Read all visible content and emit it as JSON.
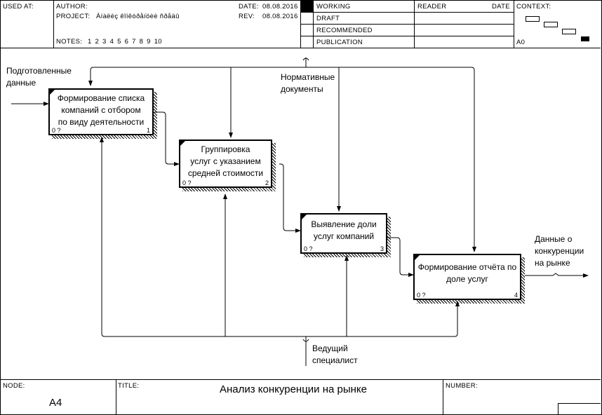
{
  "header": {
    "used_at_label": "USED AT:",
    "author_label": "AUTHOR:",
    "project_label": "PROJECT:",
    "project_value": "Àíàëèç êîíêóðåíöèè ñðåäû",
    "date_label": "DATE:",
    "date_value": "08.08.2016",
    "rev_label": "REV:",
    "rev_value": "08.08.2016",
    "notes_label": "NOTES:",
    "notes_value": "1  2  3  4  5  6  7  8  9  10",
    "status_working": "WORKING",
    "status_draft": "DRAFT",
    "status_recommended": "RECOMMENDED",
    "status_publication": "PUBLICATION",
    "reader_label": "READER",
    "reader_date_label": "DATE",
    "context_label": "CONTEXT:",
    "context_node": "A0"
  },
  "footer": {
    "node_label": "NODE:",
    "node_value": "A4",
    "title_label": "TITLE:",
    "title_value": "Анализ конкуренции на рынке",
    "number_label": "NUMBER:"
  },
  "diagram": {
    "boxes": [
      {
        "lines": [
          "Формирование списка",
          "компаний с отбором",
          "по виду деятельности"
        ],
        "cost": "0 ?",
        "number": "1"
      },
      {
        "lines": [
          "Группировка",
          "услуг с указанием",
          "средней стоимости"
        ],
        "cost": "0 ?",
        "number": "2"
      },
      {
        "lines": [
          "Выявление доли",
          "услуг компаний"
        ],
        "cost": "0 ?",
        "number": "3"
      },
      {
        "lines": [
          "Формирование отчёта по",
          "доле услуг"
        ],
        "cost": "0 ?",
        "number": "4"
      }
    ],
    "arrow_labels": {
      "input": [
        "Подготовленные",
        "данные"
      ],
      "control": [
        "Нормативные",
        "документы"
      ],
      "mechanism": [
        "Ведущий",
        "специалист"
      ],
      "output": [
        "Данные о",
        "конкуренции",
        "на рынке"
      ]
    }
  },
  "colors": {
    "line": "#000000",
    "background": "#ffffff",
    "shadow_hatch": "#000000"
  }
}
